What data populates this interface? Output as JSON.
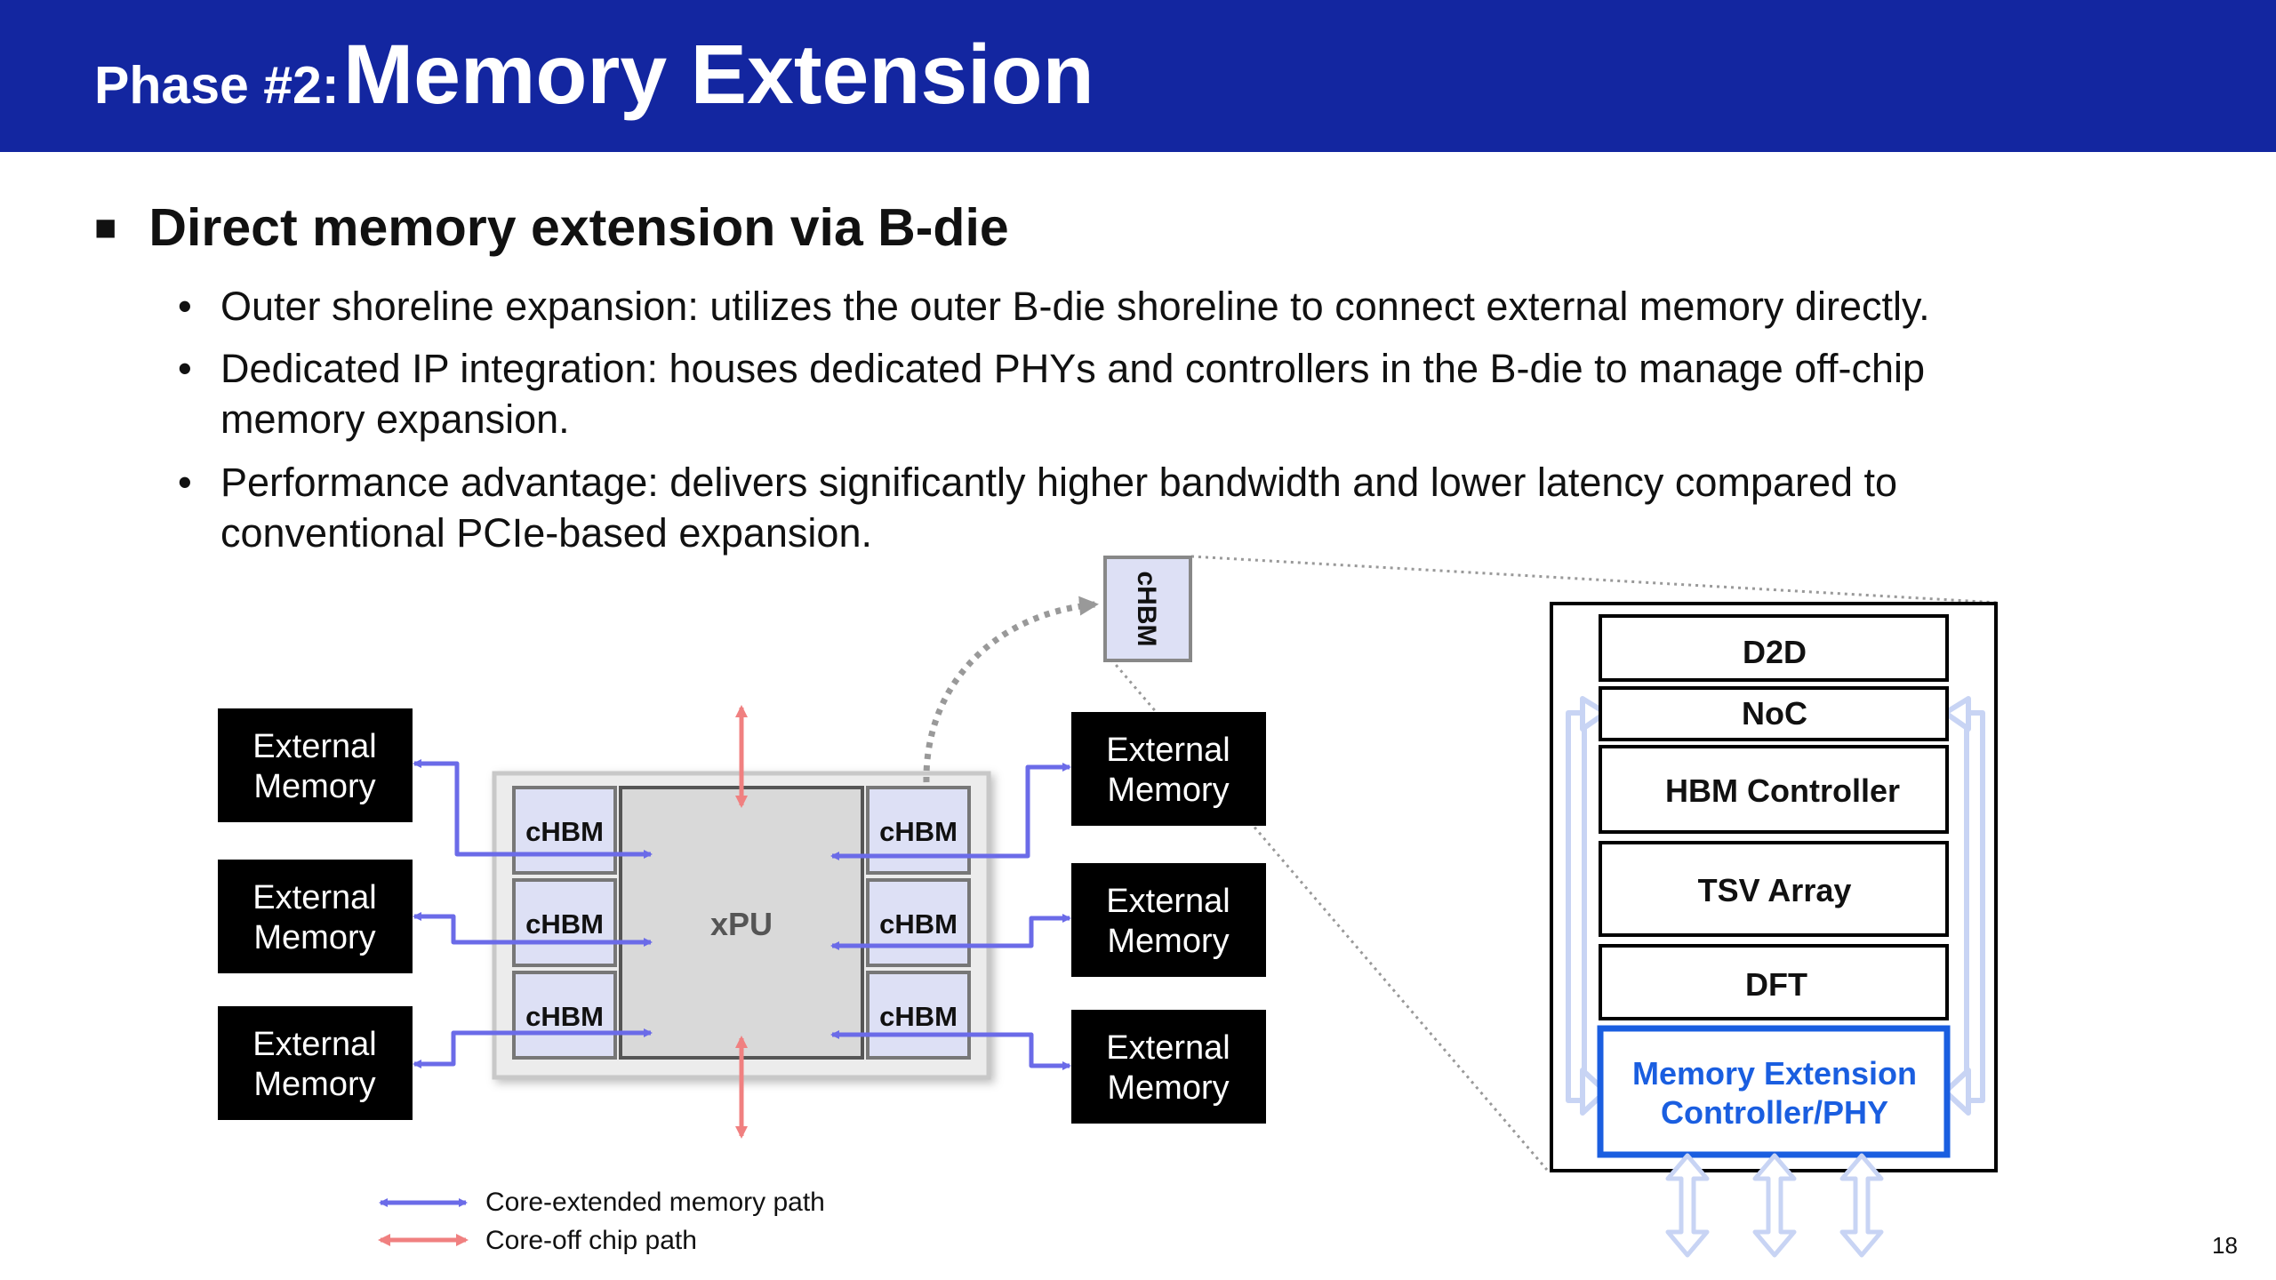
{
  "header": {
    "phase_label": "Phase #2:",
    "title": "Memory Extension"
  },
  "section": {
    "bullet_glyph": "■",
    "heading": "Direct memory extension via B-die"
  },
  "bullets": [
    {
      "glyph": "•",
      "text": "Outer shoreline expansion: utilizes the outer B-die shoreline to connect external memory directly."
    },
    {
      "glyph": "•",
      "text": "Dedicated IP integration: houses dedicated PHYs and controllers in the B-die to manage off-chip memory expansion."
    },
    {
      "glyph": "•",
      "text": "Performance advantage: delivers significantly higher bandwidth and lower latency compared to conventional PCIe-based expansion."
    }
  ],
  "diagram": {
    "ext_mem_line1": "External",
    "ext_mem_line2": "Memory",
    "xpu_label": "xPU",
    "chbm_label": "cHBM",
    "chbm_zoom_label": "cHBM",
    "stack_layers": [
      "D2D",
      "NoC",
      "HBM Controller",
      "TSV Array",
      "DFT"
    ],
    "highlight_line1": "Memory Extension",
    "highlight_line2": "Controller/PHY"
  },
  "legend": {
    "core_extended": "Core-extended memory path",
    "core_off": "Core-off chip path"
  },
  "colors": {
    "header_bg": "#1326a0",
    "blue_arrow": "#6b6be8",
    "red_arrow": "#f08080",
    "highlight_blue": "#1a5ee0",
    "light_arrow": "#c8d4f4"
  },
  "page_number": "18"
}
